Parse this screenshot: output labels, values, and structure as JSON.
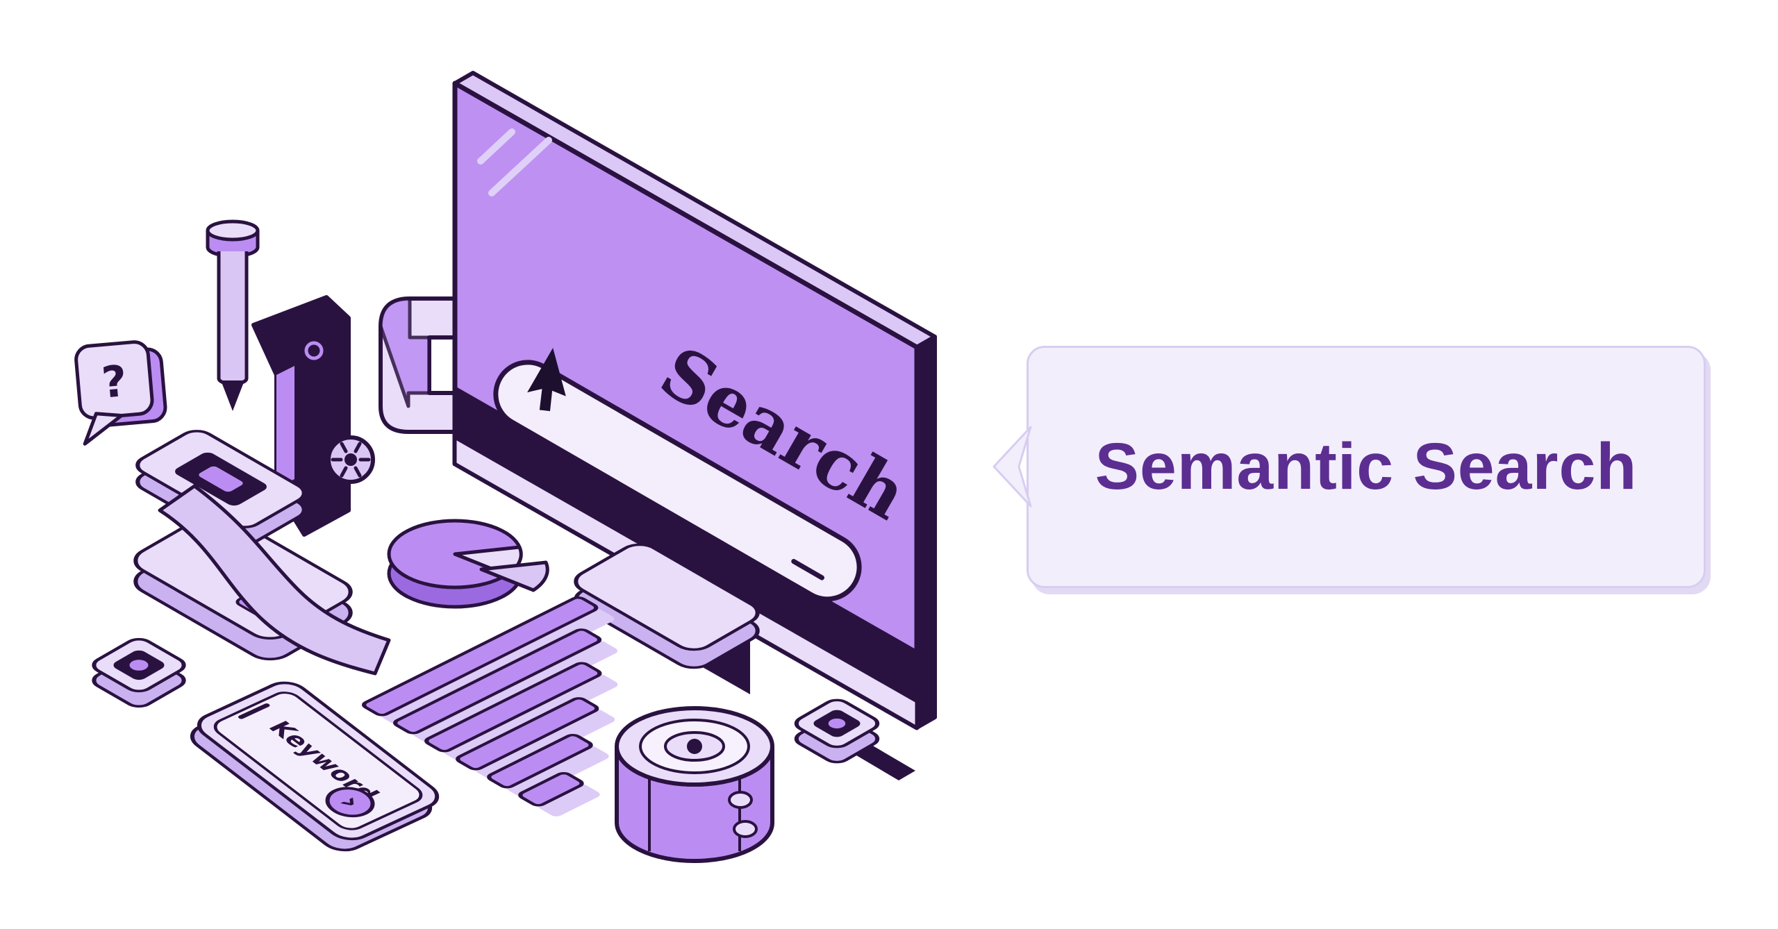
{
  "callout": {
    "title": "Semantic Search"
  },
  "monitor": {
    "screen_label": "Search"
  },
  "phone": {
    "screen_label": "Keyword",
    "button_glyph": "›"
  },
  "question_bubble": {
    "glyph": "?"
  },
  "colors": {
    "background": "#ffffff",
    "outline": "#2a1240",
    "purple": "#bb8df2",
    "light_purple": "#e9ddf9",
    "lavender_shadow": "#c9b2ef",
    "screen_field": "#f3edfc",
    "callout_bg": "#f2eefb",
    "callout_border": "#d8cdf0",
    "callout_text": "#5c2e91"
  }
}
